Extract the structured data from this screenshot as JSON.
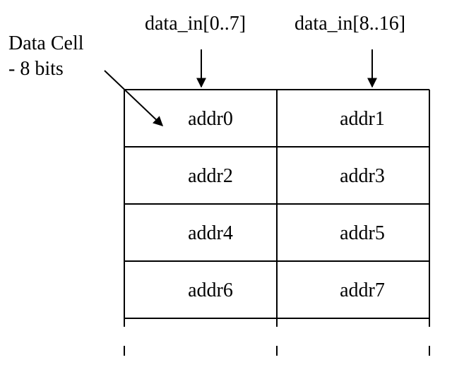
{
  "inputs": {
    "left_label": "data_in[0..7]",
    "right_label": "data_in[8..16]"
  },
  "callout": {
    "line1": "Data Cell",
    "line2": "- 8 bits"
  },
  "cells": [
    [
      "addr0",
      "addr1"
    ],
    [
      "addr2",
      "addr3"
    ],
    [
      "addr4",
      "addr5"
    ],
    [
      "addr6",
      "addr7"
    ]
  ]
}
